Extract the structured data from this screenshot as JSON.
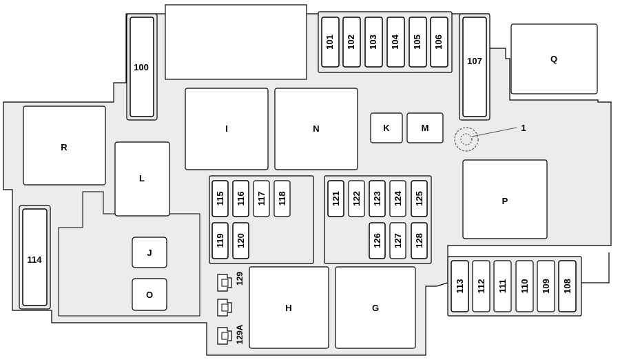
{
  "components": {
    "R": "R",
    "L": "L",
    "I": "I",
    "N": "N",
    "K": "K",
    "M": "M",
    "Q": "Q",
    "P": "P",
    "J": "J",
    "O": "O",
    "H": "H",
    "G": "G"
  },
  "fuses": {
    "f100": "100",
    "f101": "101",
    "f102": "102",
    "f103": "103",
    "f104": "104",
    "f105": "105",
    "f106": "106",
    "f107": "107",
    "f108": "108",
    "f109": "109",
    "f110": "110",
    "f111": "111",
    "f112": "112",
    "f113": "113",
    "f114": "114",
    "f115": "115",
    "f116": "116",
    "f117": "117",
    "f118": "118",
    "f119": "119",
    "f120": "120",
    "f121": "121",
    "f122": "122",
    "f123": "123",
    "f124": "124",
    "f125": "125",
    "f126": "126",
    "f127": "127",
    "f128": "128"
  },
  "connectors": {
    "c129": "129",
    "c129A": "129A"
  },
  "callout": {
    "one": "1"
  },
  "colors": {
    "board": "#ececec",
    "box": "#ffffff",
    "outline": "#000000",
    "leader": "#555555"
  }
}
